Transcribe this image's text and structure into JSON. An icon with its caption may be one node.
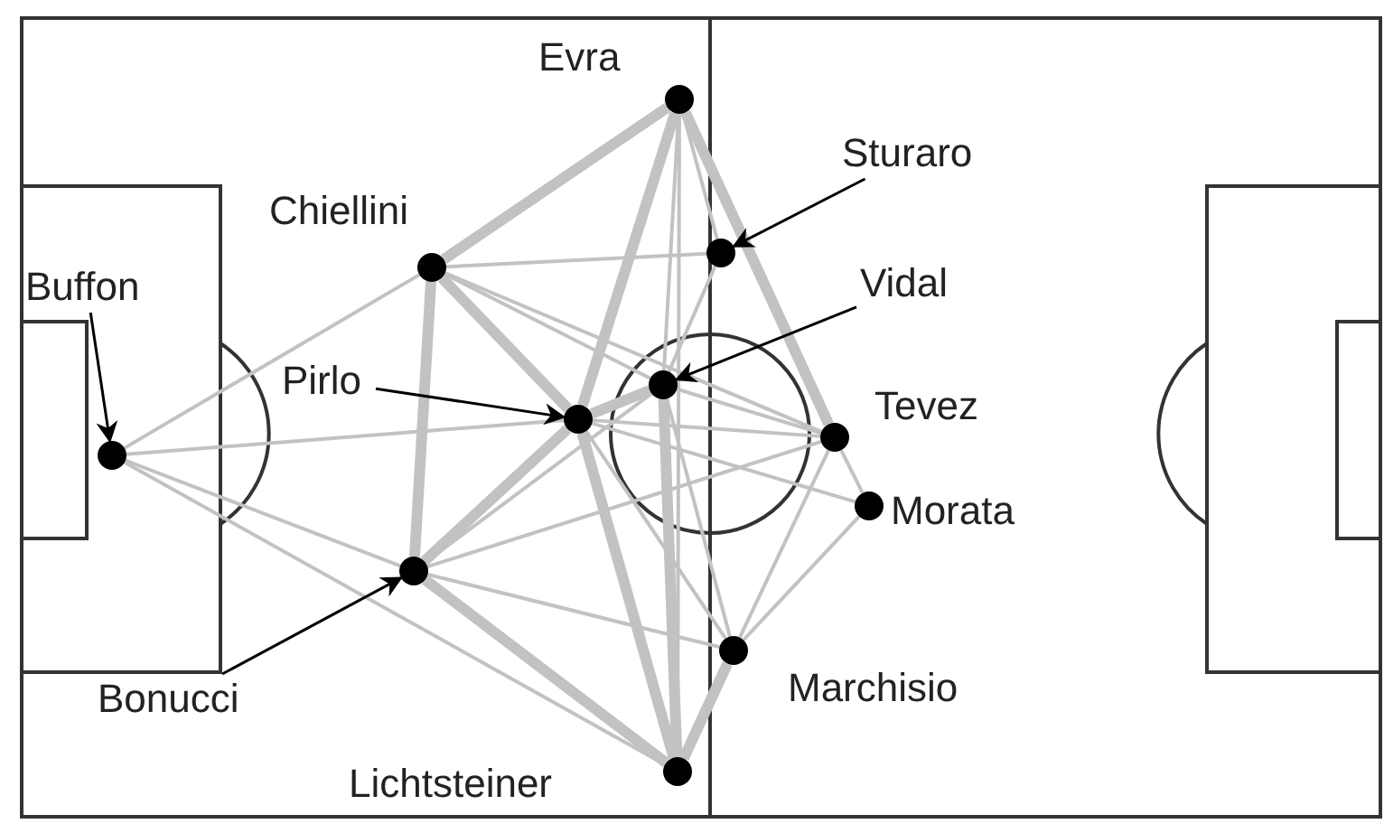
{
  "diagram": {
    "nodes": [
      {
        "text": [],
        "shape": "circle",
        "beside": [
          "Evra"
        ]
      },
      {
        "text": [
          "Sturaro"
        ]
      },
      {
        "text": [],
        "shape": "circle",
        "beside": [
          "Chiellini"
        ]
      },
      {
        "text": [],
        "shape": "circle"
      },
      {
        "text": [
          "Vidal"
        ]
      },
      {
        "text": [
          "Buffon"
        ]
      },
      {
        "text": [],
        "shape": "circle"
      },
      {
        "text": [
          "Pirlo"
        ]
      },
      {
        "text": [],
        "shape": "circle"
      },
      {
        "text": [],
        "shape": "circle",
        "beside": [
          "Tevez"
        ]
      },
      {
        "text": [],
        "shape": "circle"
      },
      {
        "text": [],
        "shape": "circle",
        "beside": [
          "Morata"
        ]
      },
      {
        "text": [],
        "shape": "circle"
      },
      {
        "text": [],
        "shape": "circle",
        "beside": [
          "Marchisio"
        ]
      },
      {
        "text": [
          "Bonucci"
        ]
      },
      {
        "text": [],
        "shape": "circle",
        "beside": [
          "Lichtsteiner"
        ]
      }
    ],
    "edges": [
      {
        "from": 10,
        "to": 2,
        "arrow": "none"
      },
      {
        "from": 10,
        "to": 8,
        "arrow": "none"
      },
      {
        "from": 10,
        "to": 12,
        "arrow": "none"
      },
      {
        "from": 10,
        "to": 15,
        "arrow": "none"
      },
      {
        "from": 2,
        "to": 0,
        "arrow": "none",
        "style": "thick"
      },
      {
        "from": 2,
        "to": 8,
        "arrow": "none",
        "style": "thick"
      },
      {
        "from": 2,
        "to": 12,
        "arrow": "none",
        "style": "thick"
      },
      {
        "from": 2,
        "to": 3,
        "arrow": "none"
      },
      {
        "from": 2,
        "to": 6,
        "arrow": "none"
      },
      {
        "from": 2,
        "to": 9,
        "arrow": "none"
      },
      {
        "from": 0,
        "to": 8,
        "arrow": "none",
        "style": "thick"
      },
      {
        "from": 0,
        "to": 6,
        "arrow": "none"
      },
      {
        "from": 0,
        "to": 3,
        "arrow": "none"
      },
      {
        "from": 0,
        "to": 9,
        "arrow": "none",
        "style": "thick"
      },
      {
        "from": 0,
        "to": 15,
        "arrow": "none"
      },
      {
        "from": 8,
        "to": 6,
        "arrow": "none",
        "style": "thick"
      },
      {
        "from": 8,
        "to": 12,
        "arrow": "none",
        "style": "thick"
      },
      {
        "from": 8,
        "to": 15,
        "arrow": "none",
        "style": "thick"
      },
      {
        "from": 8,
        "to": 9,
        "arrow": "none"
      },
      {
        "from": 8,
        "to": 13,
        "arrow": "none"
      },
      {
        "from": 8,
        "to": 11,
        "arrow": "none"
      },
      {
        "from": 6,
        "to": 9,
        "arrow": "none"
      },
      {
        "from": 6,
        "to": 15,
        "arrow": "none",
        "style": "thick"
      },
      {
        "from": 6,
        "to": 13,
        "arrow": "none"
      },
      {
        "from": 3,
        "to": 6,
        "arrow": "none"
      },
      {
        "from": 12,
        "to": 15,
        "arrow": "none",
        "style": "thick"
      },
      {
        "from": 12,
        "to": 9,
        "arrow": "none"
      },
      {
        "from": 12,
        "to": 13,
        "arrow": "none"
      },
      {
        "from": 12,
        "to": 6,
        "arrow": "none"
      },
      {
        "from": 13,
        "to": 15,
        "arrow": "none",
        "style": "thick"
      },
      {
        "from": 13,
        "to": 11,
        "arrow": "none"
      },
      {
        "from": 13,
        "to": 9,
        "arrow": "none"
      },
      {
        "from": 11,
        "to": 9,
        "arrow": "none"
      },
      {
        "from": 1,
        "to": 3,
        "arrow": "to",
        "color": "#000000"
      },
      {
        "from": 4,
        "to": 6,
        "arrow": "to",
        "color": "#000000"
      },
      {
        "from": 5,
        "to": 10,
        "arrow": "to",
        "color": "#000000"
      },
      {
        "from": 7,
        "to": 8,
        "arrow": "to",
        "color": "#000000"
      },
      {
        "from": 14,
        "to": 12,
        "arrow": "to",
        "color": "#000000"
      }
    ]
  }
}
